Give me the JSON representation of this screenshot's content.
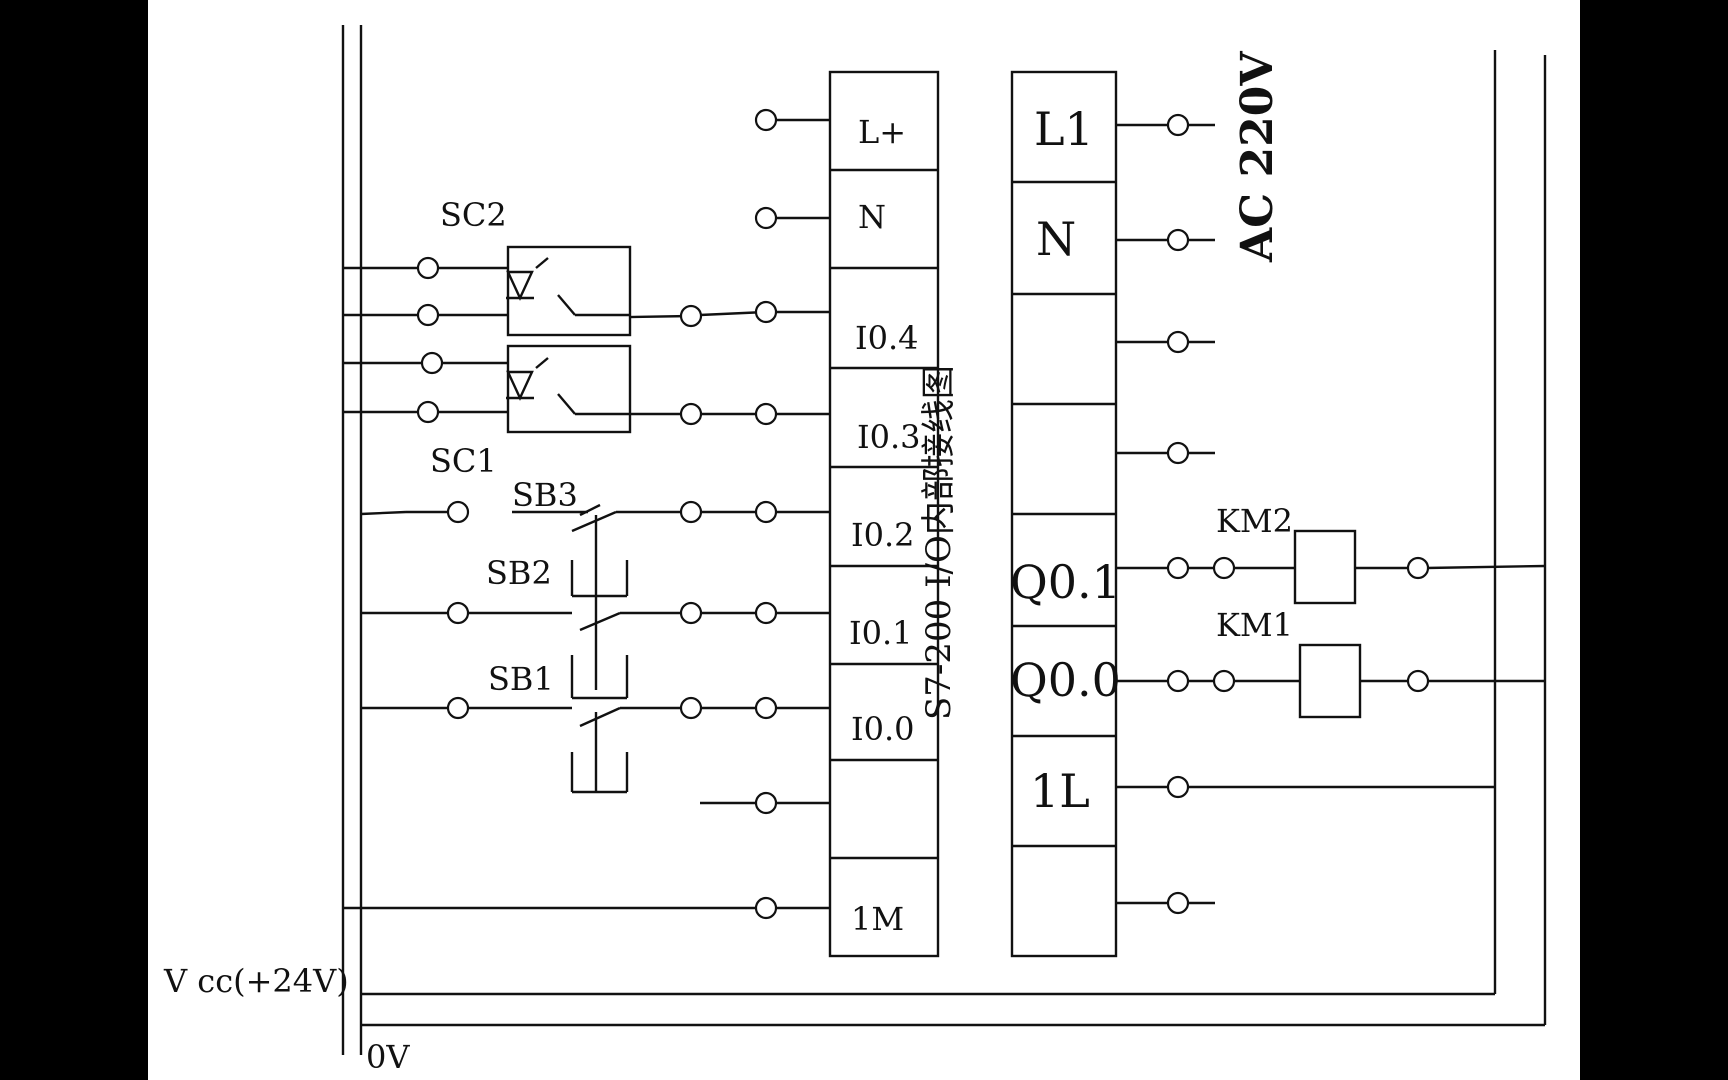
{
  "diagram": {
    "title_vertical": "S7-200 I/O内部接线图",
    "ac_label": "AC 220V",
    "supply": {
      "vcc": "V cc(+24V)",
      "zero": "0V"
    },
    "input_terminals": [
      "L+",
      "N",
      "I0.4",
      "I0.3",
      "I0.2",
      "I0.1",
      "I0.0",
      "",
      "1M"
    ],
    "output_terminals": [
      "L1",
      "N",
      "",
      "",
      "Q0.1",
      "Q0.0",
      "1L",
      ""
    ],
    "devices": {
      "sc2": "SC2",
      "sc1": "SC1",
      "sb3": "SB3",
      "sb2": "SB2",
      "sb1": "SB1",
      "km2": "KM2",
      "km1": "KM1"
    }
  }
}
